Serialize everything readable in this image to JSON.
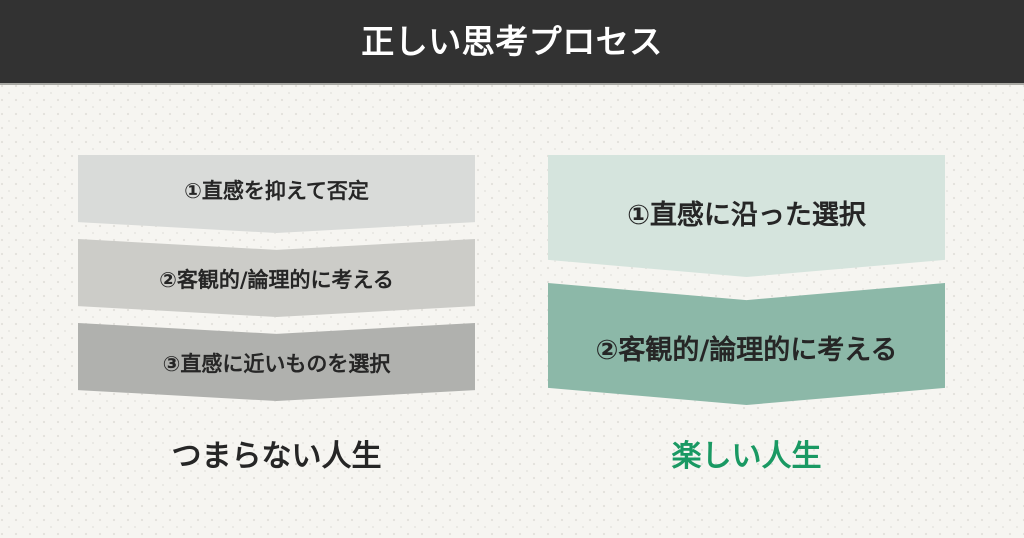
{
  "header": {
    "title": "正しい思考プロセス",
    "background_color": "#323232",
    "text_color": "#ffffff"
  },
  "canvas": {
    "background_color": "#f6f5f1"
  },
  "left_column": {
    "caption": "つまらない人生",
    "caption_color": "#262626",
    "steps": [
      {
        "label": "①直感を抑えて否定",
        "color": "#d9dbd9"
      },
      {
        "label": "②客観的/論理的に考える",
        "color": "#ccccc8"
      },
      {
        "label": "③直感に近いものを選択",
        "color": "#b0b1ae"
      }
    ]
  },
  "right_column": {
    "caption": "楽しい人生",
    "caption_color": "#1a9963",
    "steps": [
      {
        "label": "①直感に沿った選択",
        "color": "#d5e4dd"
      },
      {
        "label": "②客観的/論理的に考える",
        "color": "#8cb8a8"
      }
    ]
  }
}
